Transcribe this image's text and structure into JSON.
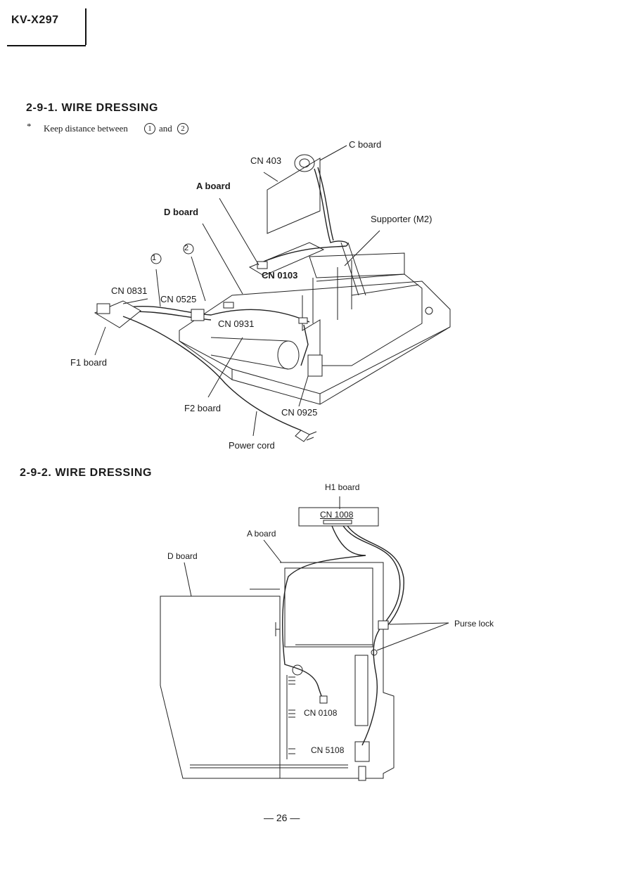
{
  "header": {
    "model": "KV-X297"
  },
  "section1": {
    "title": "2-9-1.  WIRE  DRESSING",
    "note_asterisk": "*",
    "note_text": "Keep distance between",
    "note_and": "and",
    "marker1": "1",
    "marker2": "2",
    "labels": {
      "c_board": "C board",
      "cn403": "CN 403",
      "a_board": "A board",
      "d_board": "D board",
      "supporter": "Supporter (M2)",
      "cn0103": "CN 0103",
      "cn0831": "CN 0831",
      "cn0525": "CN 0525",
      "cn0931": "CN 0931",
      "f1_board": "F1 board",
      "f2_board": "F2 board",
      "cn0925": "CN 0925",
      "power_cord": "Power cord"
    }
  },
  "section2": {
    "title": "2-9-2.  WIRE  DRESSING",
    "labels": {
      "h1_board": "H1 board",
      "cn1008": "CN 1008",
      "a_board": "A board",
      "d_board": "D board",
      "purse_lock": "Purse lock",
      "cn0108": "CN 0108",
      "cn5108": "CN 5108"
    }
  },
  "footer": {
    "page_number": "— 26 —"
  }
}
